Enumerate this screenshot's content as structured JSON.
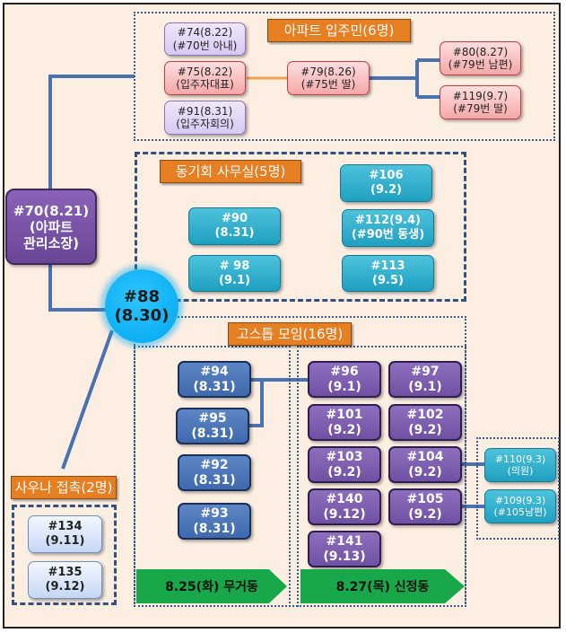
{
  "groups": {
    "apartment": {
      "title": "아파트 입주민(6명)"
    },
    "dongki": {
      "title": "동기회 사무실(5명)"
    },
    "gostop": {
      "title": "고스톱 모임(16명)"
    },
    "sauna": {
      "title": "사우나 접촉(2명)"
    }
  },
  "nodes": {
    "n70": {
      "line1": "#70(8.21)",
      "line2": "(아파트",
      "line3": "관리소장)"
    },
    "n88": {
      "line1": "#88",
      "line2": "(8.30)"
    },
    "n74": {
      "line1": "#74(8.22)",
      "line2": "(#70번 아내)"
    },
    "n75": {
      "line1": "#75(8.22)",
      "line2": "(입주자대표)"
    },
    "n91": {
      "line1": "#91(8.31)",
      "line2": "(입주자회의)"
    },
    "n79": {
      "line1": "#79(8.26)",
      "line2": "(#75번 딸)"
    },
    "n80": {
      "line1": "#80(8.27)",
      "line2": "(#79번 남편)"
    },
    "n119": {
      "line1": "#119(9.7)",
      "line2": "(#79번 딸)"
    },
    "n106": {
      "line1": "#106",
      "line2": "(9.2)"
    },
    "n90": {
      "line1": "#90",
      "line2": "(8.31)"
    },
    "n112": {
      "line1": "#112(9.4)",
      "line2": "(#90번 동생)"
    },
    "n98": {
      "line1": "# 98",
      "line2": "(9.1)"
    },
    "n113": {
      "line1": "#113",
      "line2": "(9.5)"
    },
    "n94": {
      "line1": "#94",
      "line2": "(8.31)"
    },
    "n95": {
      "line1": "#95",
      "line2": "(8.31)"
    },
    "n92": {
      "line1": "#92",
      "line2": "(8.31)"
    },
    "n93": {
      "line1": "#93",
      "line2": "(8.31)"
    },
    "n96": {
      "line1": "#96",
      "line2": "(9.1)"
    },
    "n97": {
      "line1": "#97",
      "line2": "(9.1)"
    },
    "n101": {
      "line1": "#101",
      "line2": "(9.2)"
    },
    "n102": {
      "line1": "#102",
      "line2": "(9.2)"
    },
    "n103": {
      "line1": "#103",
      "line2": "(9.2)"
    },
    "n104": {
      "line1": "#104",
      "line2": "(9.2)"
    },
    "n140": {
      "line1": "#140",
      "line2": "(9.12)"
    },
    "n105": {
      "line1": "#105",
      "line2": "(9.2)"
    },
    "n141": {
      "line1": "#141",
      "line2": "(9.13)"
    },
    "n110": {
      "line1": "#110(9.3)",
      "line2": "(의원)"
    },
    "n109": {
      "line1": "#109(9.3)",
      "line2": "(#105남편)"
    },
    "n134": {
      "line1": "#134",
      "line2": "(9.11)"
    },
    "n135": {
      "line1": "#135",
      "line2": "(9.12)"
    }
  },
  "arrows": {
    "left": "8.25(화) 무거동",
    "right": "8.27(목) 신정동"
  },
  "colors": {
    "background": "#fdeee2",
    "title_orange": "#e67e22",
    "arrow_green": "#18a84a",
    "connector_blue": "#4a72b0",
    "connector_orange": "#f0a050"
  }
}
